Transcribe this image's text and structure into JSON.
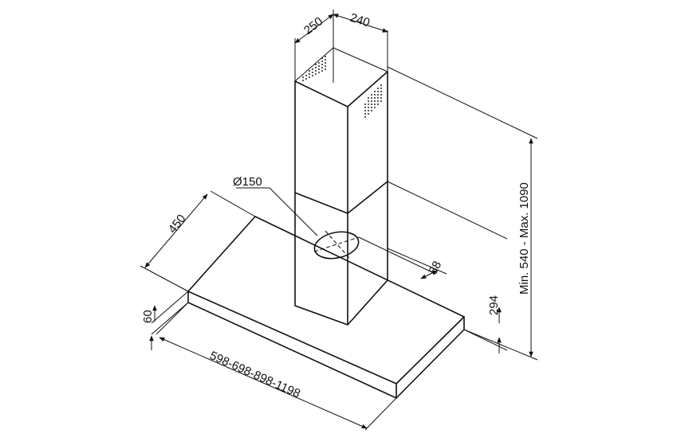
{
  "dimensions": {
    "chimney_depth": "250",
    "chimney_width": "240",
    "duct_diameter": "Ø150",
    "hood_depth": "450",
    "outlet_offset": "88",
    "canopy_height": "294",
    "total_height": "Min. 540 - Max. 1090",
    "base_thickness": "60",
    "widths": "598-698-898-1198"
  },
  "colors": {
    "line": "#111111",
    "background": "#ffffff"
  }
}
